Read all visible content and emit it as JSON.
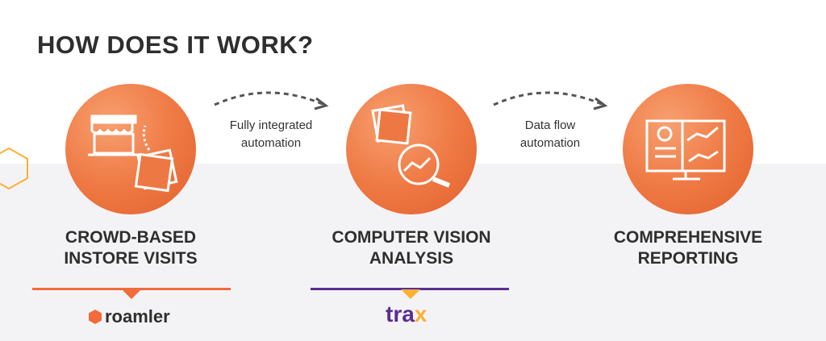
{
  "title": "HOW DOES IT WORK?",
  "steps": [
    {
      "label_line1": "CROWD-BASED",
      "label_line2": "INSTORE VISITS",
      "icon": "store-photos-icon"
    },
    {
      "label_line1": "COMPUTER VISION",
      "label_line2": "ANALYSIS",
      "icon": "photo-magnifier-icon"
    },
    {
      "label_line1": "COMPREHENSIVE",
      "label_line2": "REPORTING",
      "icon": "dashboard-monitor-icon"
    }
  ],
  "connectors": [
    {
      "line1": "Fully integrated",
      "line2": "automation"
    },
    {
      "line1": "Data flow",
      "line2": "automation"
    }
  ],
  "partners": [
    {
      "name": "roamler",
      "color": "#f26b3a"
    },
    {
      "name": "tra",
      "name_accent": "x",
      "color": "#5b2d91",
      "accent": "#fbb034"
    }
  ],
  "colors": {
    "orange": "#ef7a45",
    "gray_bg": "#f3f3f5",
    "hex_outline": "#fbb034"
  }
}
